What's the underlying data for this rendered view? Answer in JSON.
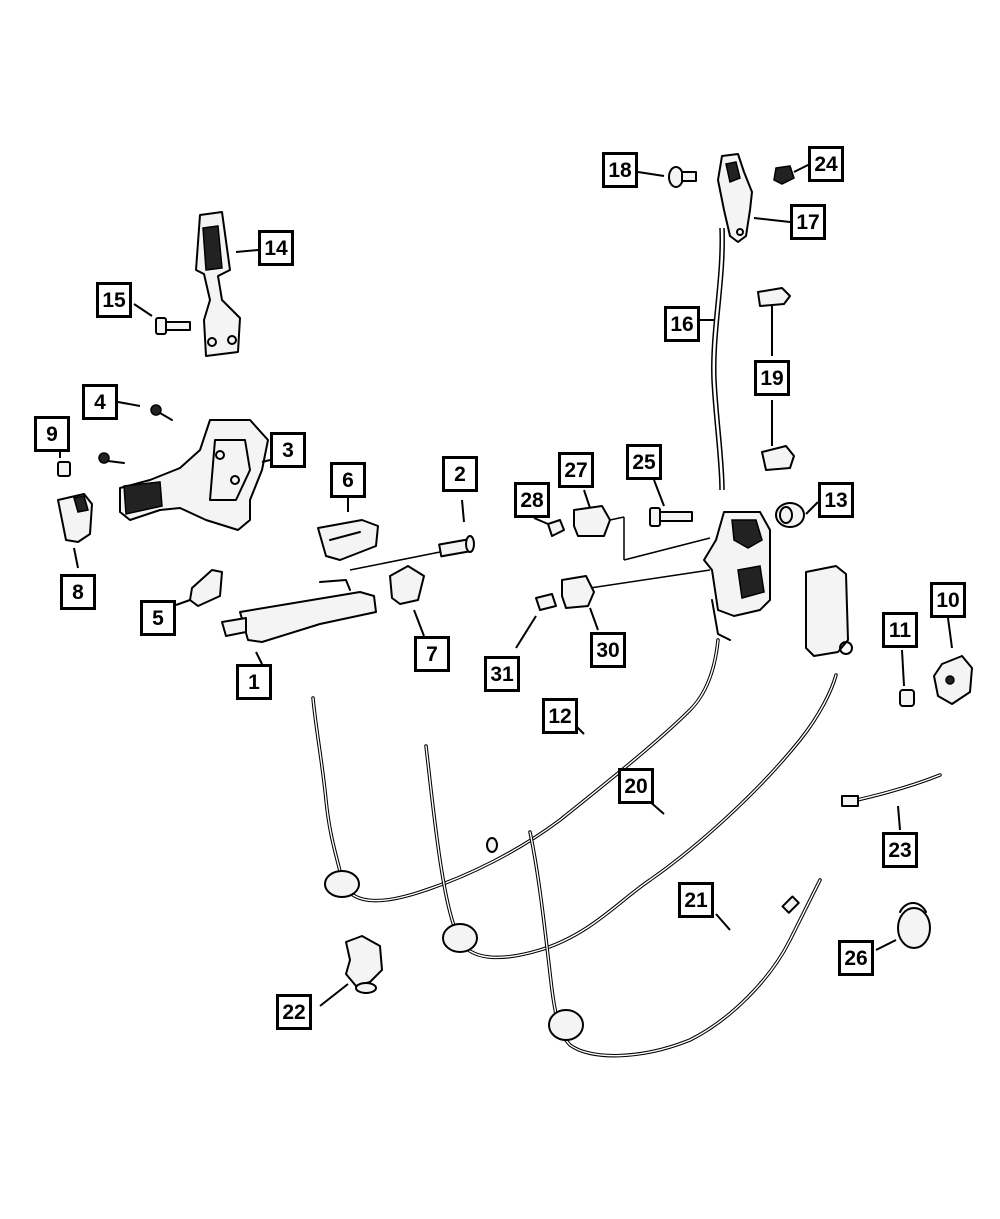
{
  "diagram": {
    "callouts": [
      {
        "number": "1"
      },
      {
        "number": "2"
      },
      {
        "number": "3"
      },
      {
        "number": "4"
      },
      {
        "number": "5"
      },
      {
        "number": "6"
      },
      {
        "number": "7"
      },
      {
        "number": "8"
      },
      {
        "number": "9"
      },
      {
        "number": "10"
      },
      {
        "number": "11"
      },
      {
        "number": "12"
      },
      {
        "number": "13"
      },
      {
        "number": "14"
      },
      {
        "number": "15"
      },
      {
        "number": "16"
      },
      {
        "number": "17"
      },
      {
        "number": "18"
      },
      {
        "number": "19"
      },
      {
        "number": "20"
      },
      {
        "number": "21"
      },
      {
        "number": "22"
      },
      {
        "number": "23"
      },
      {
        "number": "24"
      },
      {
        "number": "25"
      },
      {
        "number": "26"
      },
      {
        "number": "27"
      },
      {
        "number": "28"
      },
      {
        "number": "30"
      },
      {
        "number": "31"
      }
    ]
  }
}
